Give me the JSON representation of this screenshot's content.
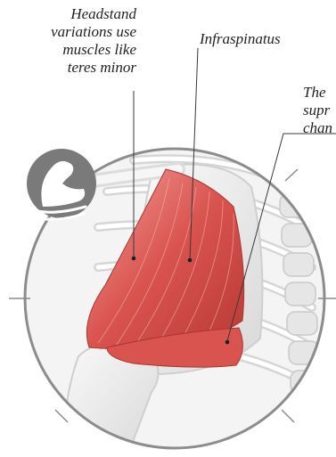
{
  "labels": {
    "teres_minor_lines": [
      "Headstand",
      "variations use",
      "muscles like",
      "teres minor"
    ],
    "infraspinatus": "Infraspinatus",
    "supraspinatus_lines": [
      "The",
      "supr",
      "chan"
    ]
  },
  "icons": {
    "badge": "flexed-arm-icon"
  },
  "colors": {
    "muscle": "#d9534f",
    "bone": "#eeeeee",
    "circle_border": "#8c8c8c",
    "badge": "#7a7a7a"
  }
}
